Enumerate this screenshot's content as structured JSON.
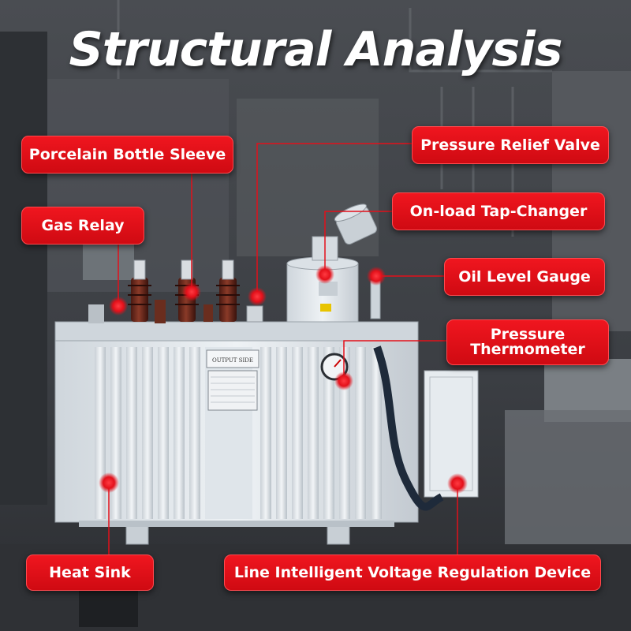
{
  "title": "Structural Analysis",
  "labels": {
    "porcelain_bottle_sleeve": "Porcelain Bottle Sleeve",
    "gas_relay": "Gas Relay",
    "pressure_relief_valve": "Pressure Relief Valve",
    "on_load_tap_changer": "On-load Tap-Changer",
    "oil_level_gauge": "Oil Level Gauge",
    "pressure_thermometer": "Pressure Thermometer",
    "heat_sink": "Heat Sink",
    "voltage_regulation_device": "Line Intelligent Voltage Regulation Device"
  },
  "nameplate": {
    "heading": "OUTPUT SIDE"
  },
  "colors": {
    "accent_red": "#e3101a",
    "leader_line": "#e3101a",
    "background": "#3a3d42",
    "transformer_body": "#dfe5ea"
  }
}
